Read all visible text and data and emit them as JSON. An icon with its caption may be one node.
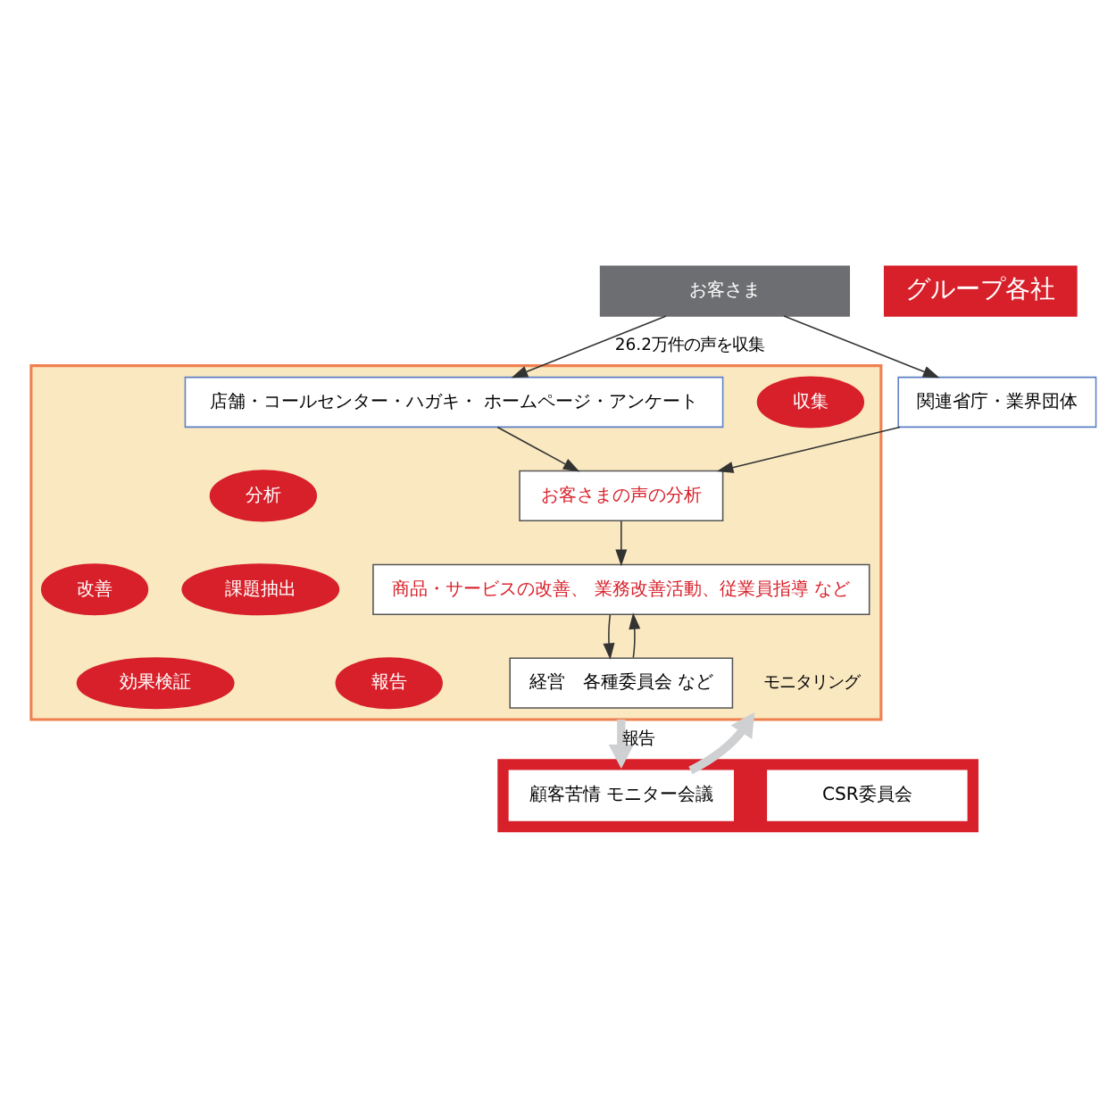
{
  "diagram": {
    "nodes": [
      {
        "text": [
          "お客さま"
        ]
      },
      {
        "text": [
          "グループ各社"
        ]
      },
      {
        "text": [],
        "shape": "box"
      },
      {
        "text": [
          "収集"
        ],
        "in": 2
      },
      {
        "text": [
          "店舗・コールセンター・ハガキ・ ホームページ・アンケート"
        ],
        "in": 2
      },
      {
        "text": [
          "関連省庁・業界団体"
        ]
      },
      {
        "text": [
          "分析"
        ],
        "in": 2
      },
      {
        "text": [
          "お客さまの声の分析"
        ],
        "in": 2
      },
      {
        "text": [
          "課題抽出"
        ],
        "in": 2
      },
      {
        "text": [
          "改善"
        ],
        "in": 2
      },
      {
        "text": [
          "商品・サービスの改善、 業務改善活動、従業員指導 など"
        ],
        "in": 2
      },
      {
        "text": [
          "報告"
        ],
        "in": 2
      },
      {
        "text": [
          "効果検証"
        ],
        "in": 2
      },
      {
        "text": [
          "経営　各種委員会 など"
        ],
        "in": 2
      },
      {
        "text": [],
        "shape": "box"
      },
      {
        "text": [
          "CSR委員会"
        ],
        "in": 14
      },
      {
        "text": [
          "顧客苦情 モニター会議"
        ],
        "in": 14
      }
    ],
    "edges": [
      {
        "from": 0,
        "to": 4,
        "arrow": "to",
        "label": "26.2万件の声を収集"
      },
      {
        "from": 0,
        "to": 5,
        "arrow": "to"
      },
      {
        "from": 4,
        "to": 7,
        "arrow": "to"
      },
      {
        "from": 5,
        "to": 7,
        "arrow": "to"
      },
      {
        "from": 7,
        "to": 10,
        "arrow": "to"
      },
      {
        "from": 10,
        "to": 13,
        "arrow": "to"
      },
      {
        "from": 13,
        "to": 10,
        "arrow": "to"
      },
      {
        "from": 2,
        "to": 14,
        "arrow": "to",
        "label": "報告",
        "style": "thick",
        "color": "#cfd0d2"
      },
      {
        "from": 16,
        "to": 2,
        "arrow": "to",
        "label": "モニタリング",
        "style": "thick",
        "color": "#cfd0d2"
      }
    ]
  }
}
